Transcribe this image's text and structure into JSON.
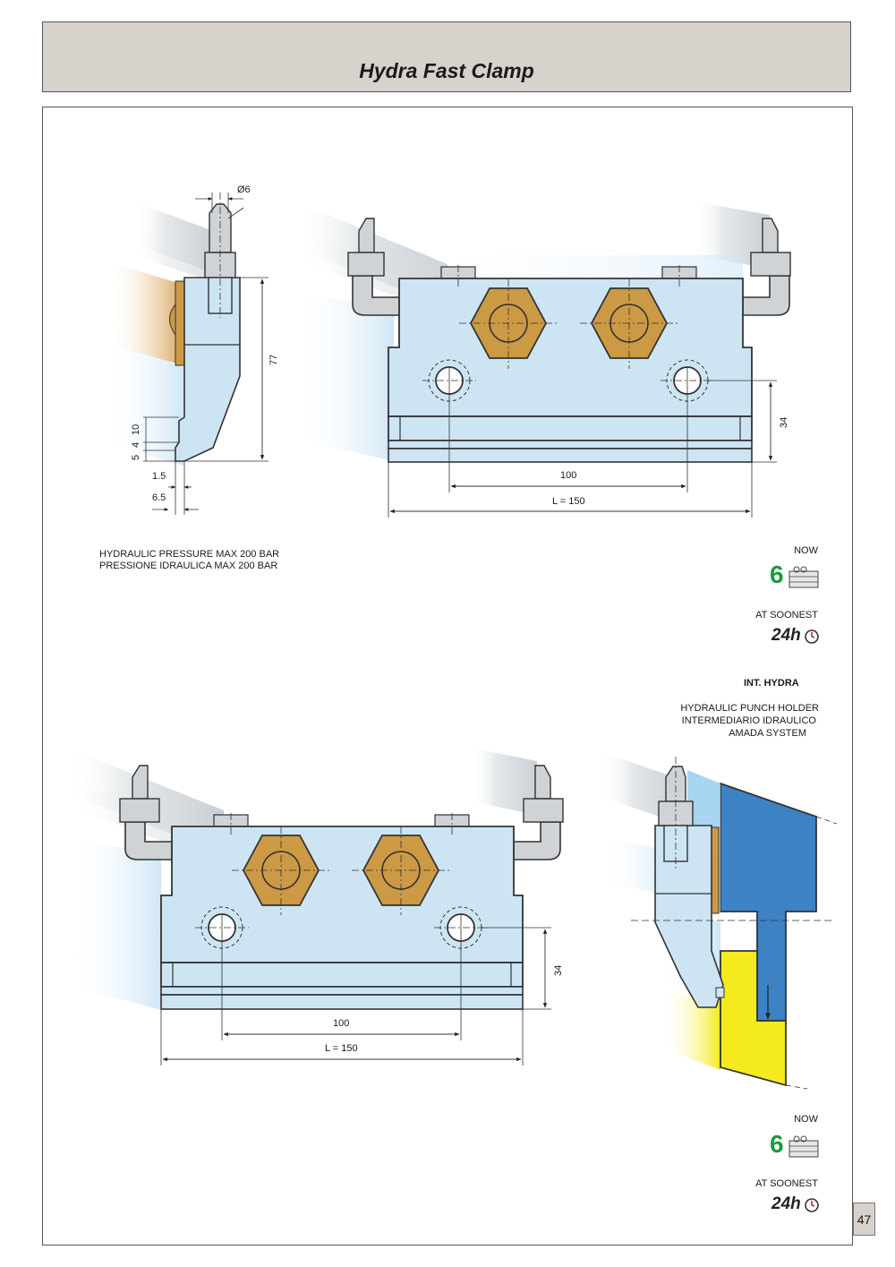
{
  "header": {
    "title": "Hydra Fast Clamp"
  },
  "page_number": "47",
  "drawing_top": {
    "diameter_label": "Ø6",
    "dim_height_total": "77",
    "dim_10": "10",
    "dim_4": "4",
    "dim_5": "5",
    "dim_1_5": "1.5",
    "dim_6_5": "6.5",
    "dim_hole_height": "34",
    "dim_hole_spacing": "100",
    "dim_length": "L = 150"
  },
  "drawing_bottom": {
    "dim_hole_height": "34",
    "dim_hole_spacing": "100",
    "dim_length": "L = 150"
  },
  "notes": {
    "pressure_en": "HYDRAULIC PRESSURE MAX 200 BAR",
    "pressure_it": "PRESSIONE IDRAULICA MAX 200 BAR"
  },
  "availability_top": {
    "now": "NOW",
    "at_soonest": "AT SOONEST",
    "weeks_number": "6",
    "hours_label": "24h"
  },
  "availability_bottom": {
    "now": "NOW",
    "at_soonest": "AT SOONEST",
    "weeks_number": "6",
    "hours_label": "24h"
  },
  "int_hydra": {
    "title": "INT. HYDRA",
    "line1": "HYDRAULIC PUNCH HOLDER",
    "line2": "INTERMEDIARIO IDRAULICO",
    "line3": "AMADA SYSTEM"
  },
  "colors": {
    "body": "#cde4f3",
    "nut": "#cc9945",
    "blue_tool": "#3c82c4",
    "yellow_tool": "#f4ea1e",
    "green_six": "#1c9a3c",
    "header_bg": "#d8d2cc"
  }
}
